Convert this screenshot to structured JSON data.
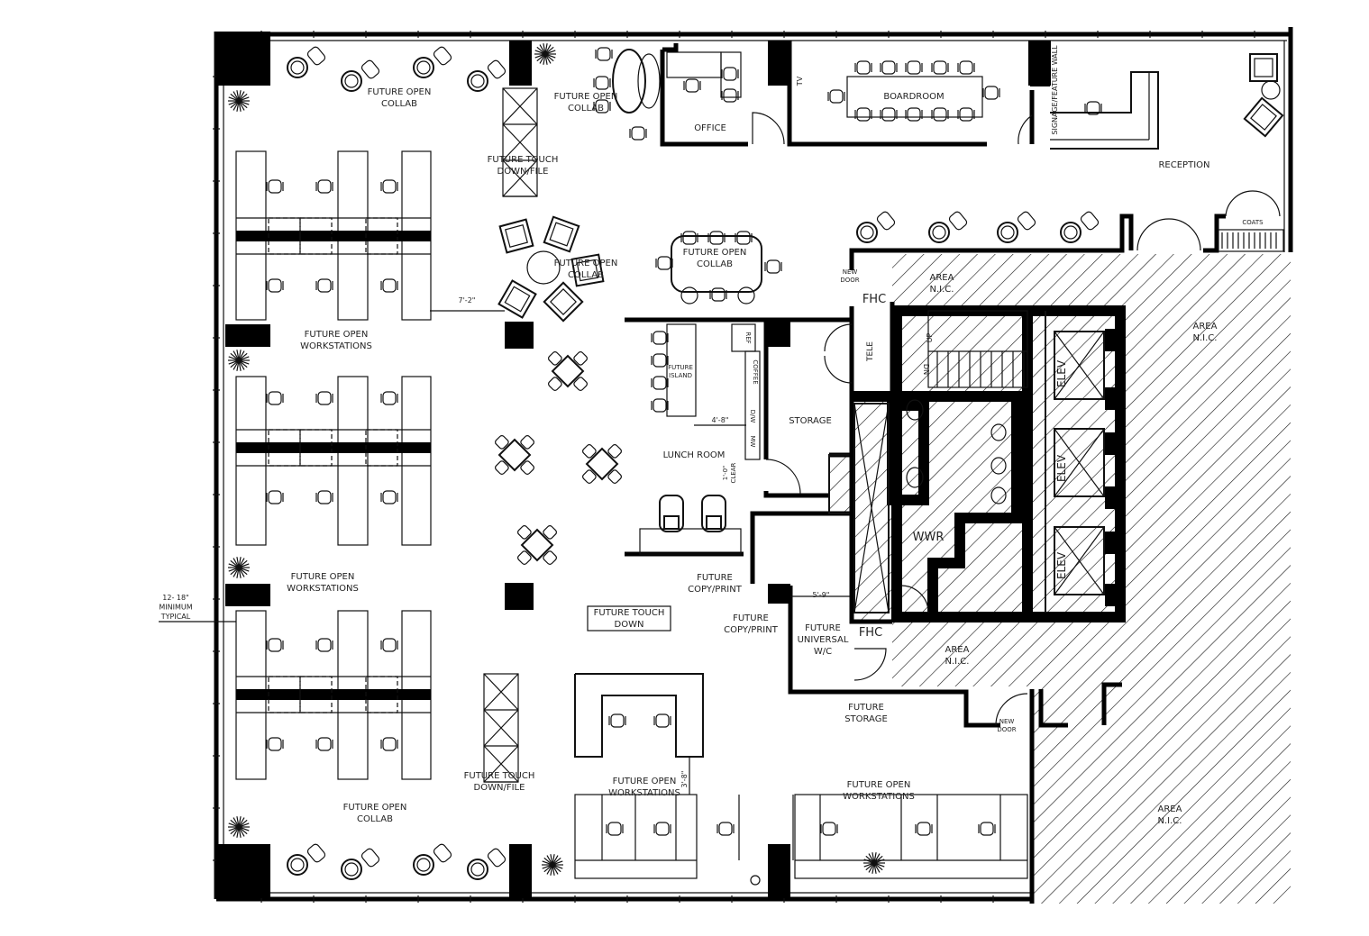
{
  "labels": {
    "collab_nw": [
      "FUTURE OPEN",
      "COLLAB"
    ],
    "collab_n": [
      "FUTURE OPEN",
      "COLLAB"
    ],
    "office": [
      "OFFICE"
    ],
    "boardroom": [
      "BOARDROOM"
    ],
    "tv": [
      "TV"
    ],
    "signage": [
      "SIGNAGE/FEATURE WALL"
    ],
    "reception": [
      "RECEPTION"
    ],
    "coats": [
      "COATS"
    ],
    "touchdown_file_n": [
      "FUTURE TOUCH",
      "DOWN/FILE"
    ],
    "collab_center": [
      "FUTURE OPEN",
      "COLLAB"
    ],
    "collab_table": [
      "FUTURE OPEN",
      "COLLAB"
    ],
    "new_door_n": [
      "NEW",
      "DOOR"
    ],
    "nic_1": [
      "AREA",
      "N.I.C."
    ],
    "fhc_1": [
      "FHC"
    ],
    "nic_2": [
      "AREA",
      "N.I.C."
    ],
    "dim_7_2": [
      "7'-2\""
    ],
    "workstations_1": [
      "FUTURE OPEN",
      "WORKSTATIONS"
    ],
    "ref": [
      "REF"
    ],
    "island": [
      "FUTURE",
      "ISLAND"
    ],
    "coffee": [
      "COFFEE"
    ],
    "tele": [
      "TELE"
    ],
    "up": [
      "UP"
    ],
    "dn": [
      "DN"
    ],
    "storage": [
      "STORAGE"
    ],
    "dim_4_8": [
      "4'-8\""
    ],
    "dw": [
      "D/W"
    ],
    "mw": [
      "MW"
    ],
    "elev_1": [
      "ELEV"
    ],
    "elev_2": [
      "ELEV"
    ],
    "elev_3": [
      "ELEV"
    ],
    "lunch_room": [
      "LUNCH ROOM"
    ],
    "clear": [
      "1'-0\"",
      "CLEAR"
    ],
    "wwr": [
      "WWR"
    ],
    "workstations_2": [
      "FUTURE OPEN",
      "WORKSTATIONS"
    ],
    "copy_print_1": [
      "FUTURE",
      "COPY/PRINT"
    ],
    "dim_5_9": [
      "5'-9\""
    ],
    "minimum": [
      "12- 18\"",
      "MINIMUM",
      "TYPICAL"
    ],
    "touchdown": [
      "FUTURE TOUCH",
      "DOWN"
    ],
    "copy_print_2": [
      "FUTURE",
      "COPY/PRINT"
    ],
    "universal_wc": [
      "FUTURE",
      "UNIVERSAL",
      "W/C"
    ],
    "fhc_2": [
      "FHC"
    ],
    "nic_3": [
      "AREA",
      "N.I.C."
    ],
    "future_storage": [
      "FUTURE",
      "STORAGE"
    ],
    "new_door_s": [
      "NEW",
      "DOOR"
    ],
    "dim_3_8": [
      "3'-8\""
    ],
    "touchdown_file_s": [
      "FUTURE TOUCH",
      "DOWN/FILE"
    ],
    "workstations_3": [
      "FUTURE OPEN",
      "WORKSTATIONS"
    ],
    "workstations_4": [
      "FUTURE OPEN",
      "WORKSTATIONS"
    ],
    "collab_sw": [
      "FUTURE OPEN",
      "COLLAB"
    ],
    "nic_4": [
      "AREA",
      "N.I.C."
    ]
  },
  "colors": {
    "line": "#000000",
    "background": "#ffffff"
  },
  "icons": [
    "chair-icon",
    "lounge-chair-icon",
    "plant-icon",
    "elevator-icon",
    "door-swing-icon",
    "column-icon"
  ]
}
